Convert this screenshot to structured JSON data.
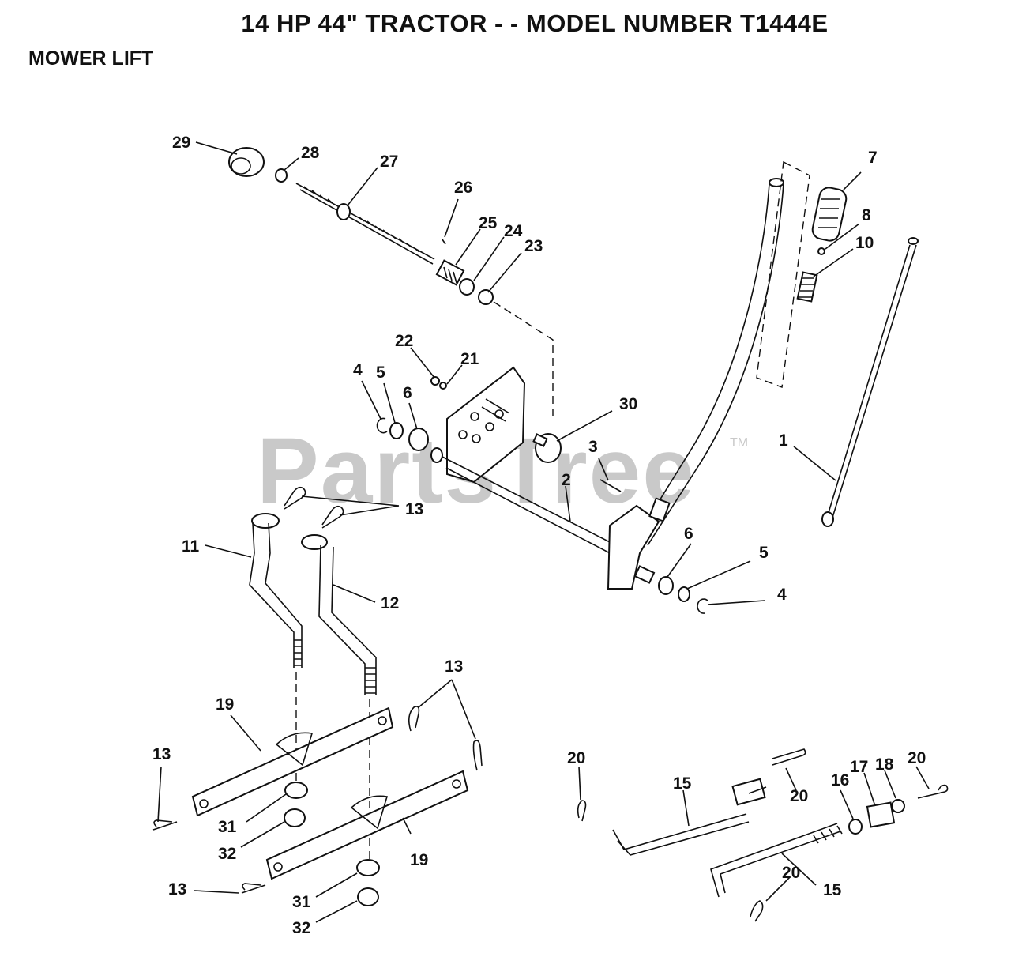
{
  "title": "14 HP 44\" TRACTOR - - MODEL NUMBER T1444E",
  "section": "MOWER LIFT",
  "watermark": {
    "text": "PartsTree",
    "tm": "TM"
  },
  "callouts": {
    "c1": "1",
    "c2": "2",
    "c3": "3",
    "c4a": "4",
    "c4b": "4",
    "c5a": "5",
    "c5b": "5",
    "c6a": "6",
    "c6b": "6",
    "c7": "7",
    "c8": "8",
    "c10": "10",
    "c11": "11",
    "c12": "12",
    "c13a": "13",
    "c13b": "13",
    "c13c": "13",
    "c13d": "13",
    "c15a": "15",
    "c15b": "15",
    "c16": "16",
    "c17": "17",
    "c18": "18",
    "c19a": "19",
    "c19b": "19",
    "c20a": "20",
    "c20b": "20",
    "c20c": "20",
    "c20d": "20",
    "c21": "21",
    "c22": "22",
    "c23": "23",
    "c24": "24",
    "c25": "25",
    "c26": "26",
    "c27": "27",
    "c28": "28",
    "c29": "29",
    "c30": "30",
    "c31a": "31",
    "c31b": "31",
    "c32a": "32",
    "c32b": "32"
  }
}
